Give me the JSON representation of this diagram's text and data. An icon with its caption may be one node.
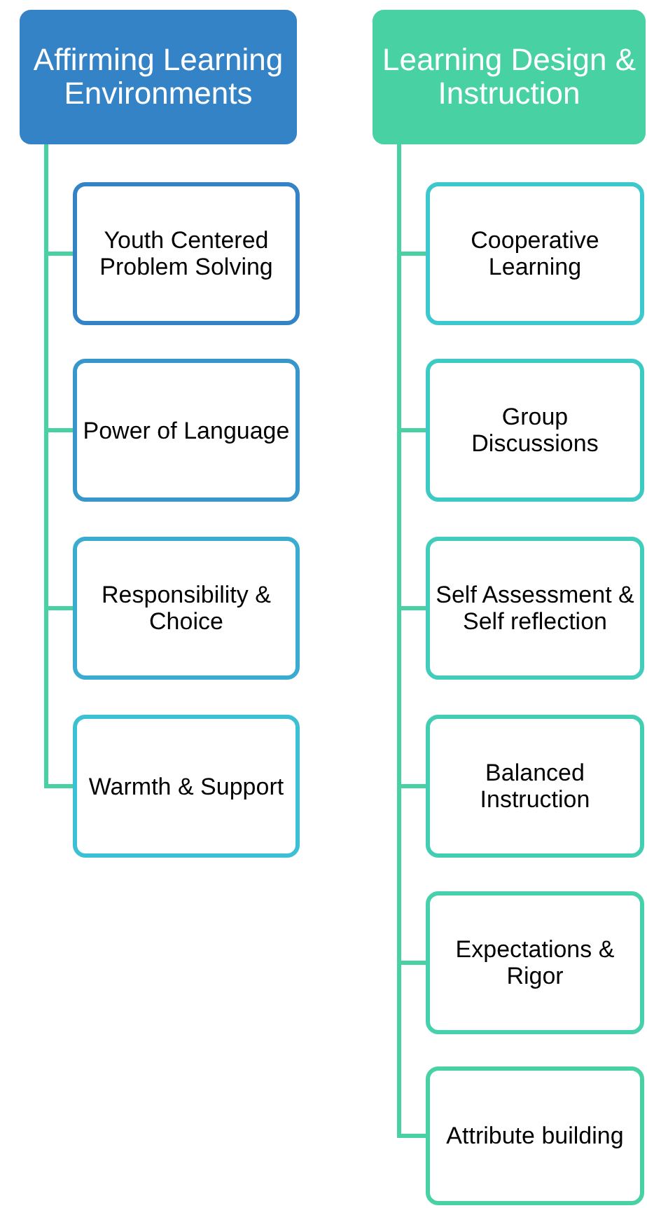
{
  "diagram": {
    "nodes": [
      {
        "text": [
          "Affirming Learning Environments"
        ]
      },
      {
        "text": [
          "Youth Centered Problem Solving"
        ]
      },
      {
        "text": [
          "Power of Language"
        ]
      },
      {
        "text": [
          "Responsibility & Choice"
        ]
      },
      {
        "text": [
          "Warmth & Support"
        ]
      },
      {
        "text": [
          "Learning Design & Instruction"
        ]
      },
      {
        "text": [
          "Cooperative Learning"
        ]
      },
      {
        "text": [
          "Group Discussions"
        ]
      },
      {
        "text": [
          "Self Assessment & Self reflection"
        ]
      },
      {
        "text": [
          "Balanced Instruction"
        ]
      },
      {
        "text": [
          "Expectations & Rigor"
        ]
      },
      {
        "text": [
          "Attribute building"
        ]
      }
    ],
    "edges": [
      {
        "from": 0,
        "to": 1,
        "arrow": "none"
      },
      {
        "from": 0,
        "to": 2,
        "arrow": "none"
      },
      {
        "from": 0,
        "to": 3,
        "arrow": "none"
      },
      {
        "from": 0,
        "to": 4,
        "arrow": "none"
      },
      {
        "from": 5,
        "to": 6,
        "arrow": "none"
      },
      {
        "from": 5,
        "to": 7,
        "arrow": "none"
      },
      {
        "from": 5,
        "to": 8,
        "arrow": "none"
      },
      {
        "from": 5,
        "to": 9,
        "arrow": "none"
      },
      {
        "from": 5,
        "to": 10,
        "arrow": "none"
      },
      {
        "from": 5,
        "to": 11,
        "arrow": "none"
      }
    ]
  }
}
